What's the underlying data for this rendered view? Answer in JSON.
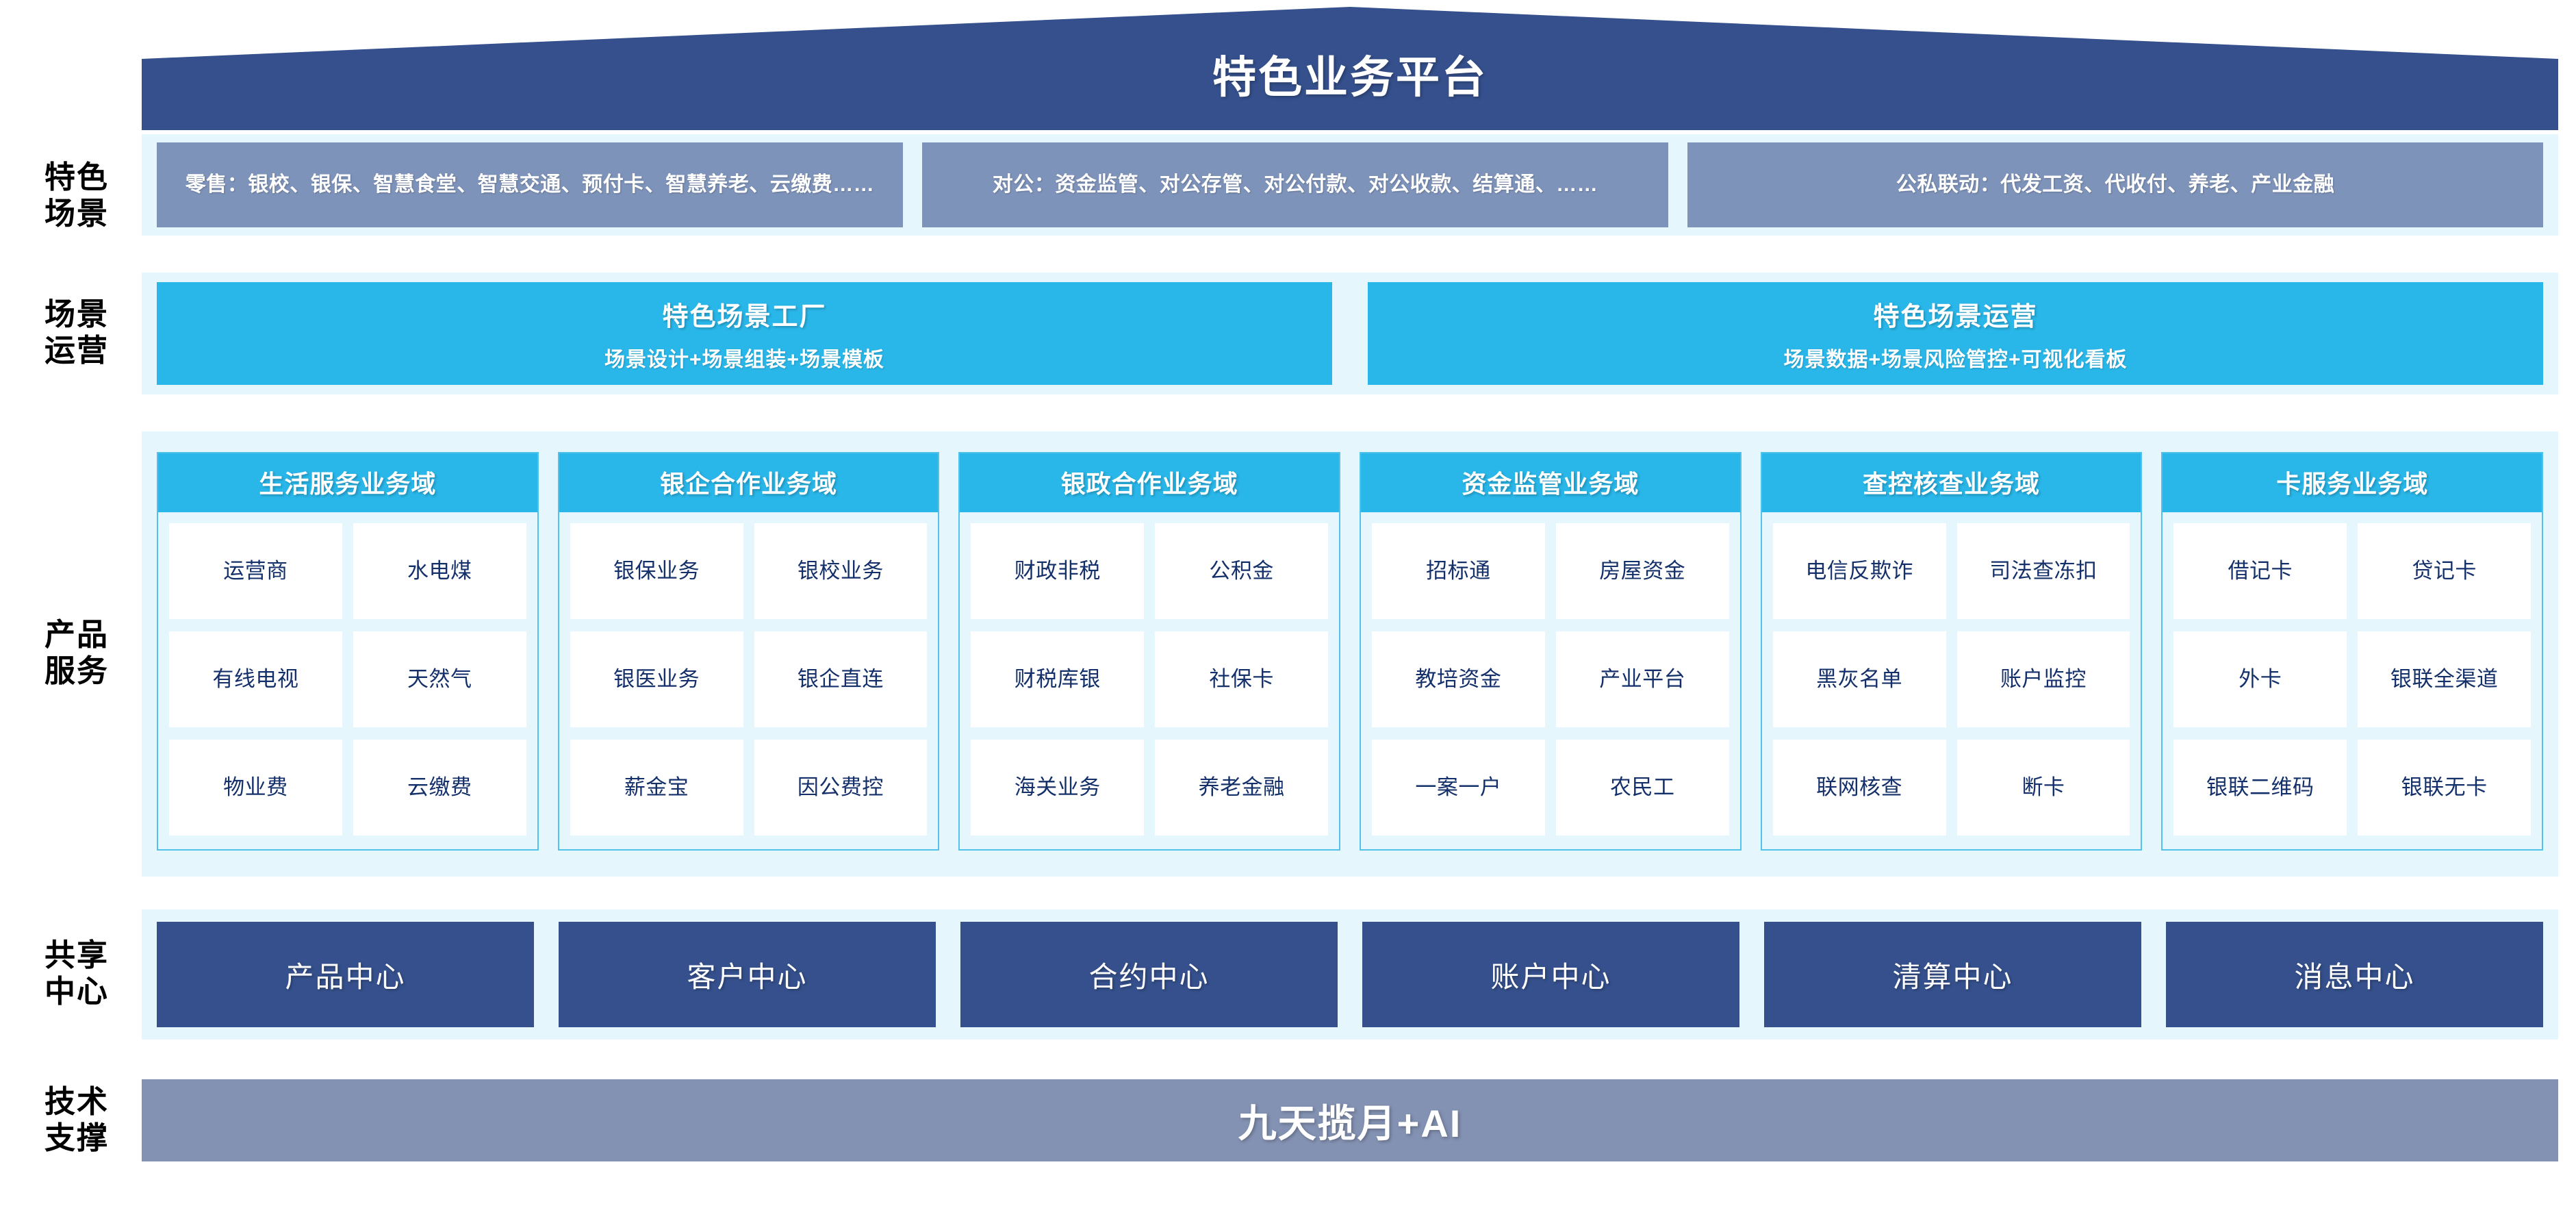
{
  "header": {
    "title": "特色业务平台",
    "roof_color": "#35508C"
  },
  "row_labels": {
    "scene": "特色\n场景",
    "scene_line1": "特色",
    "scene_line2": "场景",
    "ops_line1": "场景",
    "ops_line2": "运营",
    "product_line1": "产品",
    "product_line2": "服务",
    "shared_line1": "共享",
    "shared_line2": "中心",
    "tech_line1": "技术",
    "tech_line2": "支撑"
  },
  "scenes": {
    "boxes": [
      {
        "text": "零售：银校、银保、智慧食堂、智慧交通、预付卡、智慧养老、云缴费……"
      },
      {
        "text": "对公：资金监管、对公存管、对公付款、对公收款、结算通、……"
      },
      {
        "text": "公私联动：代发工资、代收付、养老、产业金融"
      }
    ],
    "box_color": "#7E93BA"
  },
  "scene_operations": {
    "boxes": [
      {
        "title": "特色场景工厂",
        "subtitle": "场景设计+场景组装+场景模板"
      },
      {
        "title": "特色场景运营",
        "subtitle": "场景数据+场景风险管控+可视化看板"
      }
    ],
    "box_color": "#29B6E8"
  },
  "product_services": {
    "header_color": "#29B6E8",
    "cell_text_color": "#14306B",
    "columns": [
      {
        "title": "生活服务业务域",
        "cells": [
          {
            "lines": [
              "运营商"
            ]
          },
          {
            "lines": [
              "水电煤"
            ]
          },
          {
            "lines": [
              "有线电视"
            ]
          },
          {
            "lines": [
              "天然气"
            ]
          },
          {
            "lines": [
              "物业费"
            ]
          },
          {
            "lines": [
              "云缴费"
            ]
          }
        ]
      },
      {
        "title": "银企合作业务域",
        "cells": [
          {
            "lines": [
              "银保业务"
            ]
          },
          {
            "lines": [
              "银校业务"
            ]
          },
          {
            "lines": [
              "银医业务"
            ]
          },
          {
            "lines": [
              "银企直连"
            ]
          },
          {
            "lines": [
              "薪金宝"
            ]
          },
          {
            "lines": [
              "因公费控"
            ]
          }
        ]
      },
      {
        "title": "银政合作业务域",
        "cells": [
          {
            "lines": [
              "财政非税"
            ]
          },
          {
            "lines": [
              "公积金"
            ]
          },
          {
            "lines": [
              "财税库银"
            ]
          },
          {
            "lines": [
              "社保卡"
            ]
          },
          {
            "lines": [
              "海关业务"
            ]
          },
          {
            "lines": [
              "养老金融"
            ]
          }
        ]
      },
      {
        "title": "资金监管业务域",
        "cells": [
          {
            "lines": [
              "招标通"
            ]
          },
          {
            "lines": [
              "房屋资金"
            ]
          },
          {
            "lines": [
              "教培资金"
            ]
          },
          {
            "lines": [
              "产业平台"
            ]
          },
          {
            "lines": [
              "一案一户"
            ]
          },
          {
            "lines": [
              "农民工"
            ]
          }
        ]
      },
      {
        "title": "查控核查业务域",
        "cells": [
          {
            "lines": [
              "电信",
              "反欺诈"
            ]
          },
          {
            "lines": [
              "司法",
              "查冻扣"
            ]
          },
          {
            "lines": [
              "黑灰名单"
            ]
          },
          {
            "lines": [
              "账户监控"
            ]
          },
          {
            "lines": [
              "联网核查"
            ]
          },
          {
            "lines": [
              "断卡"
            ]
          }
        ]
      },
      {
        "title": "卡服务业务域",
        "cells": [
          {
            "lines": [
              "借记卡"
            ]
          },
          {
            "lines": [
              "贷记卡"
            ]
          },
          {
            "lines": [
              "外卡"
            ]
          },
          {
            "lines": [
              "银联",
              "全渠道"
            ]
          },
          {
            "lines": [
              "银联",
              "二维码"
            ]
          },
          {
            "lines": [
              "银联无卡"
            ]
          }
        ]
      }
    ]
  },
  "shared_centers": {
    "box_color": "#35508C",
    "items": [
      {
        "label": "产品中心"
      },
      {
        "label": "客户中心"
      },
      {
        "label": "合约中心"
      },
      {
        "label": "账户中心"
      },
      {
        "label": "清算中心"
      },
      {
        "label": "消息中心"
      }
    ]
  },
  "tech_support": {
    "label": "九天揽月+AI",
    "bar_color": "#8391B2"
  },
  "palette": {
    "band_bg": "#E6F6FD",
    "page_bg": "#FFFFFF",
    "cyan": "#29B6E8",
    "dark_blue": "#35508C",
    "slate": "#8391B2",
    "muted_blue": "#7E93BA"
  }
}
